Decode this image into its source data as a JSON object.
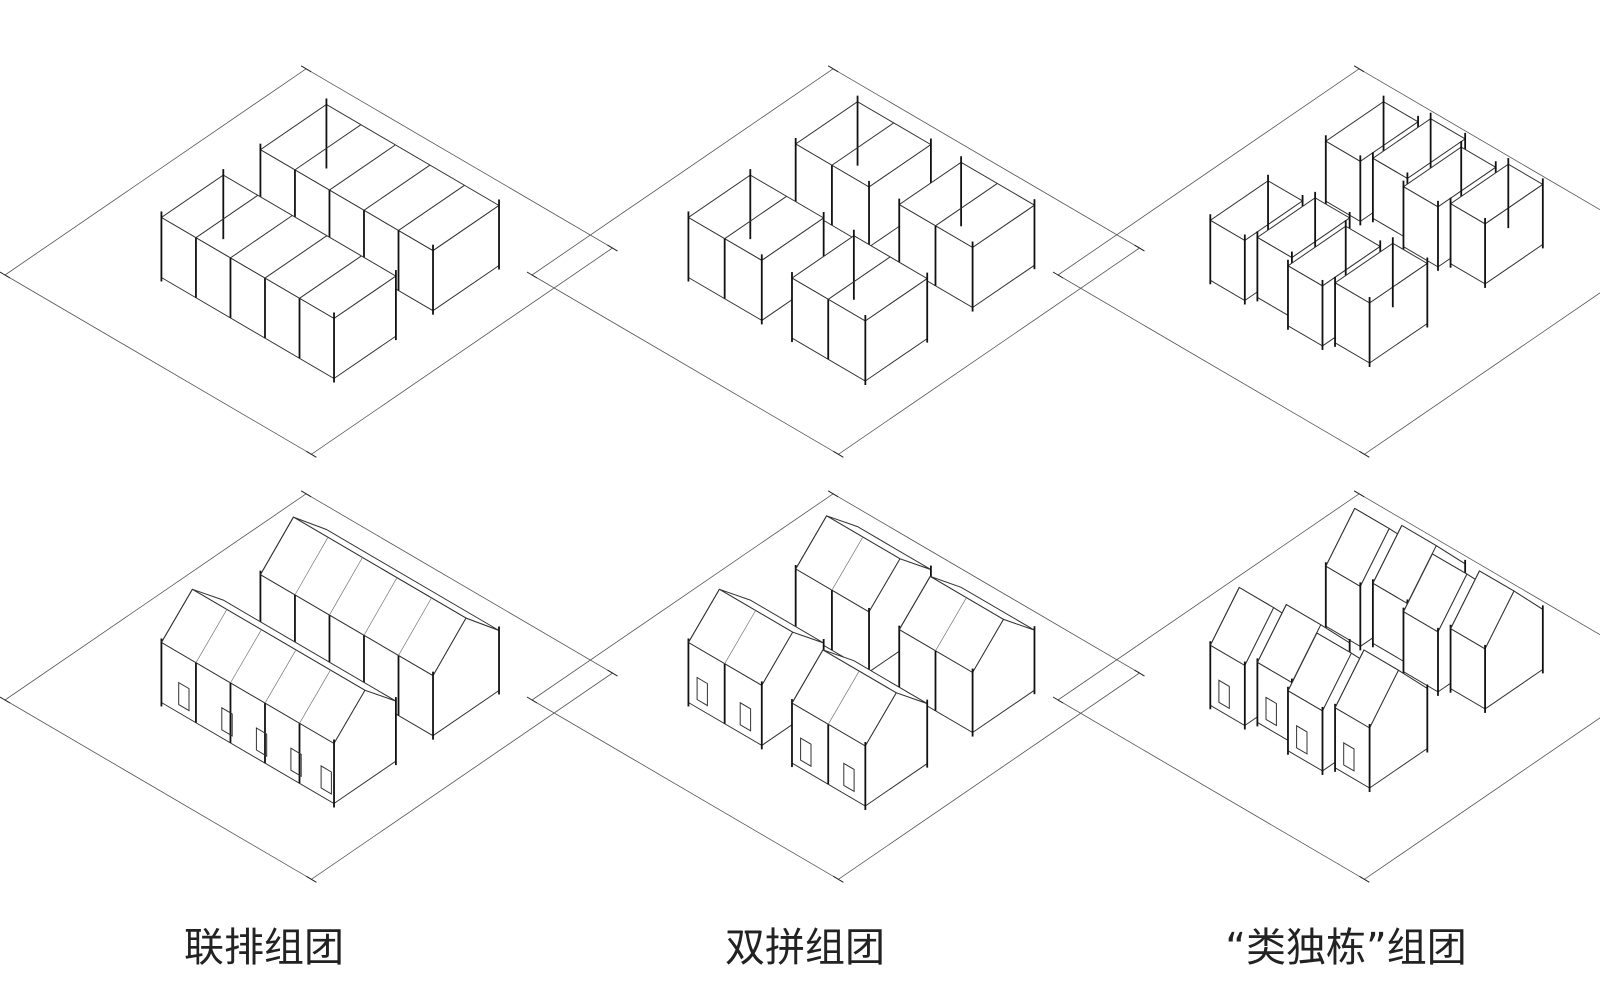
{
  "clusters": [
    {
      "label": "联排组团",
      "layout": "rows of 5 units x 2 rows"
    },
    {
      "label": "双拼组团",
      "layout": "4 pairs of 2 units"
    },
    {
      "label": "“类独栋”组团",
      "layout": "8 detached staggered units"
    }
  ],
  "diagram_rows": [
    "block massing",
    "pitched-roof houses"
  ],
  "colors": {
    "background": "#ffffff",
    "lines": "#333333"
  }
}
